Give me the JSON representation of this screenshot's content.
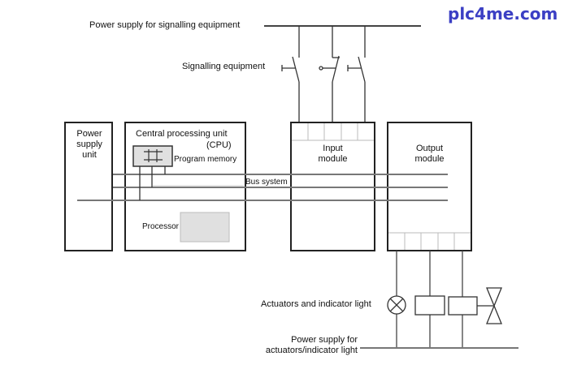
{
  "brand": "plc4me.com",
  "labels": {
    "power_signalling": "Power supply for signalling equipment",
    "signalling_equipment": "Signalling equipment",
    "psu_line1": "Power",
    "psu_line2": "supply",
    "psu_line3": "unit",
    "cpu_line1": "Central processing unit",
    "cpu_line2": "(CPU)",
    "program_memory": "Program memory",
    "bus_system": "Bus system",
    "processor": "Processor",
    "input_line1": "Input",
    "input_line2": "module",
    "output_line1": "Output",
    "output_line2": "module",
    "actuators": "Actuators and indicator light",
    "power_act_line1": "Power supply for",
    "power_act_line2": "actuators/indicator light"
  },
  "colors": {
    "brand": "#3b3fc4",
    "line": "#222222",
    "bus": "#777777",
    "fill": "#e0e0e0"
  }
}
